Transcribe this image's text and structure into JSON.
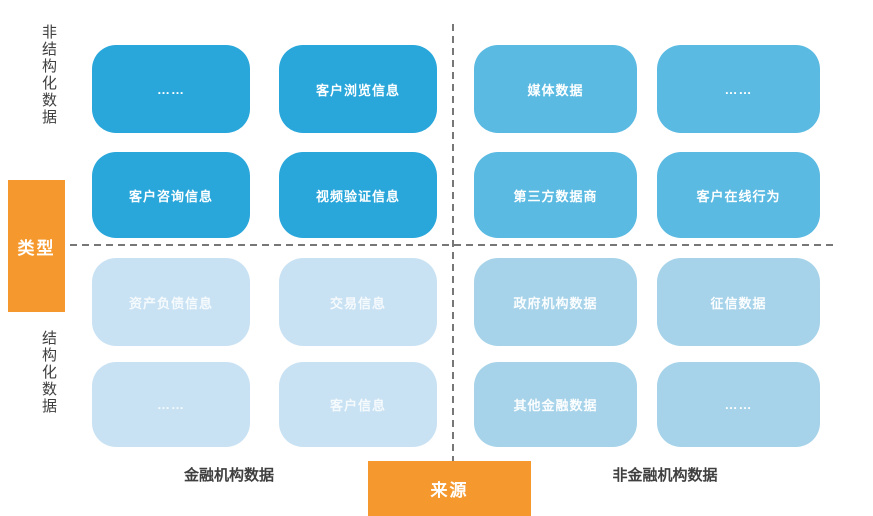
{
  "diagram": {
    "type_axis_label": "类型",
    "source_axis_label": "来源",
    "type_categories": {
      "top": "非结构化数据",
      "bottom": "结构化数据"
    },
    "source_categories": {
      "left": "金融机构数据",
      "right": "非金融机构数据"
    }
  },
  "grid": {
    "rows": [
      {
        "cells": [
          {
            "label": "……"
          },
          {
            "label": "客户浏览信息"
          },
          {
            "label": "媒体数据"
          },
          {
            "label": "……"
          }
        ]
      },
      {
        "cells": [
          {
            "label": "客户咨询信息"
          },
          {
            "label": "视频验证信息"
          },
          {
            "label": "第三方数据商"
          },
          {
            "label": "客户在线行为"
          }
        ]
      },
      {
        "cells": [
          {
            "label": "资产负债信息"
          },
          {
            "label": "交易信息"
          },
          {
            "label": "政府机构数据"
          },
          {
            "label": "征信数据"
          }
        ]
      },
      {
        "cells": [
          {
            "label": "……"
          },
          {
            "label": "客户信息"
          },
          {
            "label": "其他金融数据"
          },
          {
            "label": "……"
          }
        ]
      }
    ]
  },
  "colors": {
    "q1": "#29A7DB",
    "q2": "#5ABAE2",
    "q3": "#C9E2F3",
    "q4": "#A6D3E9",
    "accent": "#F5992E",
    "axis_text": "#3F3F3F",
    "dashed_line": "#777777"
  }
}
